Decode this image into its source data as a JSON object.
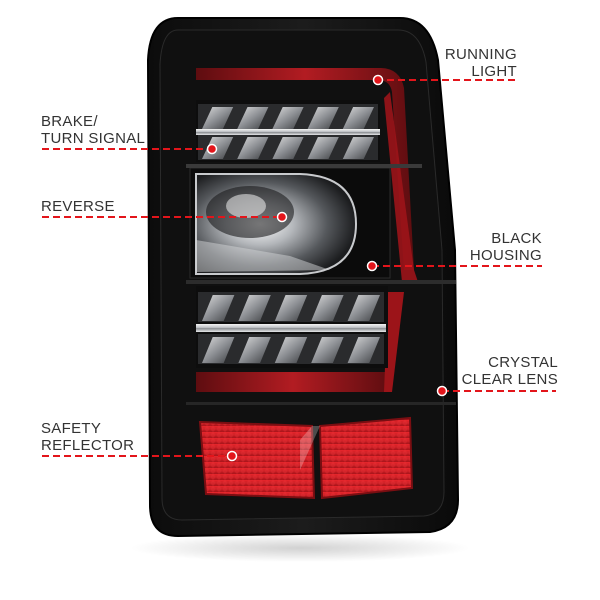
{
  "colors": {
    "accent": "#e3151b",
    "housing": "#141414",
    "led_red": "#a8171c",
    "reflector": "#d71d22",
    "text": "#333333"
  },
  "callouts": {
    "running_light": {
      "line1": "RUNNING",
      "line2": "LIGHT"
    },
    "brake_turn": {
      "line1": "BRAKE/",
      "line2": "TURN SIGNAL"
    },
    "reverse": {
      "line1": "REVERSE"
    },
    "black_housing": {
      "line1": "BLACK",
      "line2": "HOUSING"
    },
    "crystal_lens": {
      "line1": "CRYSTAL",
      "line2": "CLEAR LENS"
    },
    "safety_reflector": {
      "line1": "SAFETY",
      "line2": "REFLECTOR"
    }
  }
}
